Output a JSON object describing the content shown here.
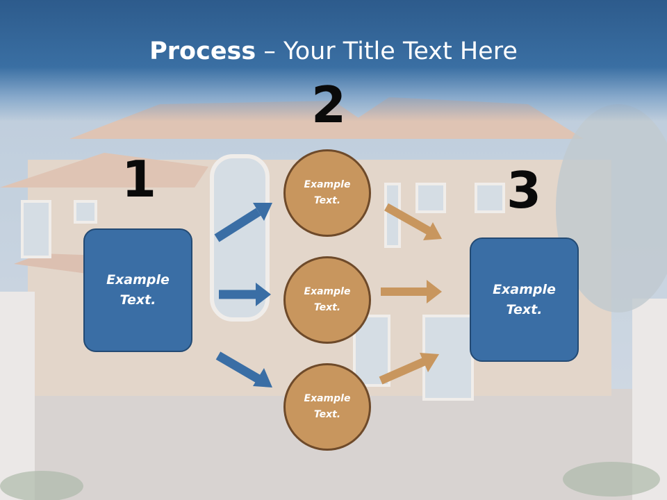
{
  "title": {
    "bold": "Process",
    "rest": " – Your Title Text Here"
  },
  "steps": [
    "1",
    "2",
    "3"
  ],
  "left_box": {
    "text": "Example\nText."
  },
  "circles": [
    {
      "text": "Example\nText."
    },
    {
      "text": "Example\nText."
    },
    {
      "text": "Example\nText."
    }
  ],
  "right_box": {
    "text": "Example\nText."
  },
  "colors": {
    "blue": "#3a6ea5",
    "orange": "#c8965e",
    "title_bg": "#2d5b8c"
  }
}
